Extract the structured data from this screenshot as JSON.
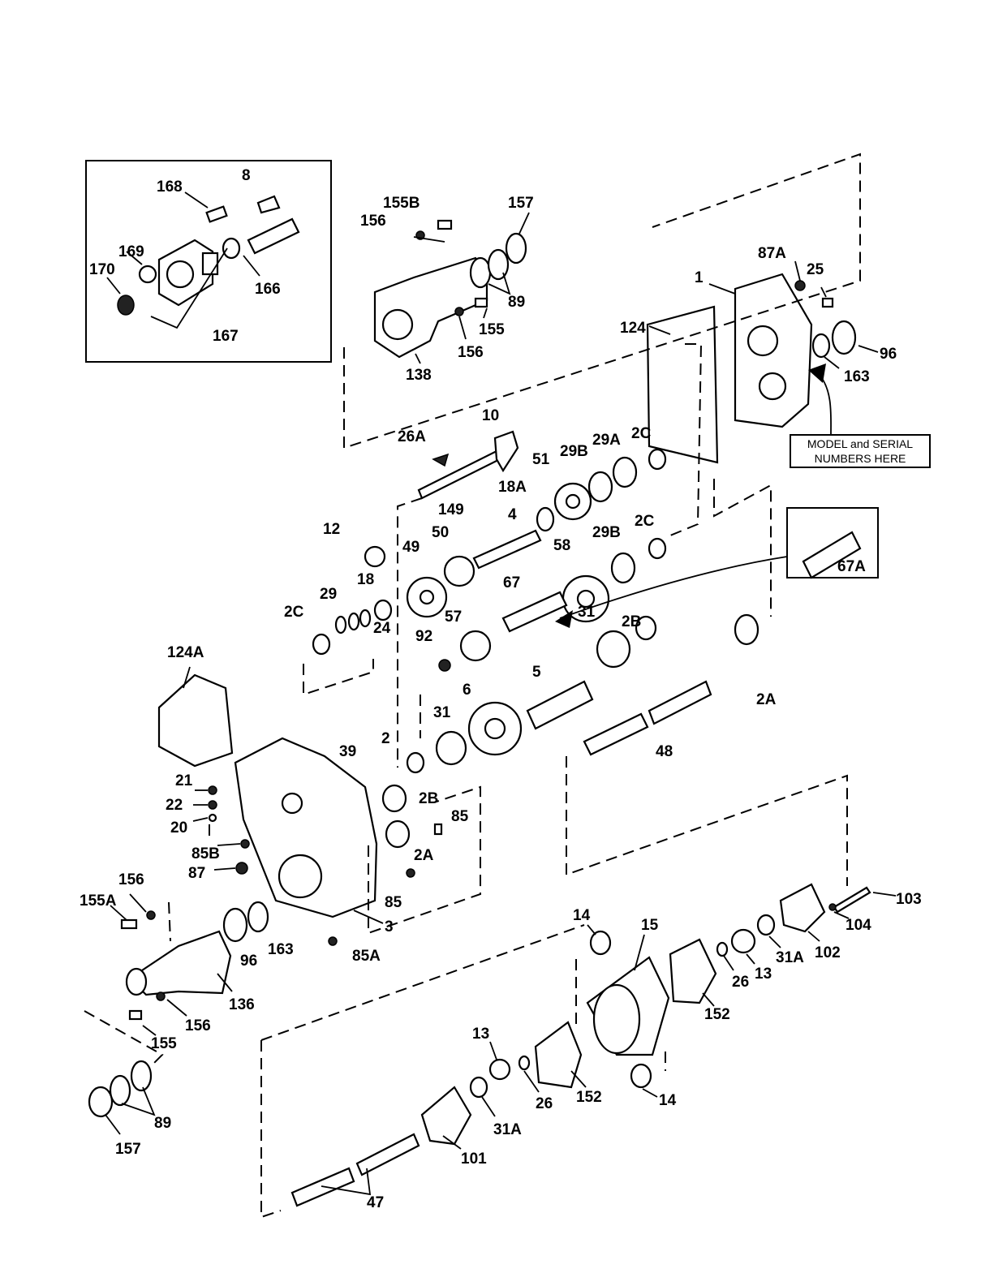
{
  "diagram": {
    "callouts": [
      {
        "id": "c-168",
        "text": "168"
      },
      {
        "id": "c-8",
        "text": "8"
      },
      {
        "id": "c-169",
        "text": "169"
      },
      {
        "id": "c-170",
        "text": "170"
      },
      {
        "id": "c-166",
        "text": "166"
      },
      {
        "id": "c-167",
        "text": "167"
      },
      {
        "id": "c-155B",
        "text": "155B"
      },
      {
        "id": "c-156a",
        "text": "156"
      },
      {
        "id": "c-157a",
        "text": "157"
      },
      {
        "id": "c-89a",
        "text": "89"
      },
      {
        "id": "c-155a",
        "text": "155"
      },
      {
        "id": "c-156b",
        "text": "156"
      },
      {
        "id": "c-138",
        "text": "138"
      },
      {
        "id": "c-87A",
        "text": "87A"
      },
      {
        "id": "c-25",
        "text": "25"
      },
      {
        "id": "c-1",
        "text": "1"
      },
      {
        "id": "c-124",
        "text": "124"
      },
      {
        "id": "c-96a",
        "text": "96"
      },
      {
        "id": "c-163a",
        "text": "163"
      },
      {
        "id": "c-10",
        "text": "10"
      },
      {
        "id": "c-26A",
        "text": "26A"
      },
      {
        "id": "c-29A",
        "text": "29A"
      },
      {
        "id": "c-2Ca",
        "text": "2C"
      },
      {
        "id": "c-29Ba",
        "text": "29B"
      },
      {
        "id": "c-51",
        "text": "51"
      },
      {
        "id": "c-18A",
        "text": "18A"
      },
      {
        "id": "c-149",
        "text": "149"
      },
      {
        "id": "c-4",
        "text": "4"
      },
      {
        "id": "c-2Cb",
        "text": "2C"
      },
      {
        "id": "c-29Bb",
        "text": "29B"
      },
      {
        "id": "c-12",
        "text": "12"
      },
      {
        "id": "c-49",
        "text": "49"
      },
      {
        "id": "c-50",
        "text": "50"
      },
      {
        "id": "c-58",
        "text": "58"
      },
      {
        "id": "c-67A",
        "text": "67A"
      },
      {
        "id": "c-18",
        "text": "18"
      },
      {
        "id": "c-29",
        "text": "29"
      },
      {
        "id": "c-67",
        "text": "67"
      },
      {
        "id": "c-2Cc",
        "text": "2C"
      },
      {
        "id": "c-24",
        "text": "24"
      },
      {
        "id": "c-57",
        "text": "57"
      },
      {
        "id": "c-31a",
        "text": "31"
      },
      {
        "id": "c-2Ba",
        "text": "2B"
      },
      {
        "id": "c-92",
        "text": "92"
      },
      {
        "id": "c-124A",
        "text": "124A"
      },
      {
        "id": "c-5",
        "text": "5"
      },
      {
        "id": "c-6",
        "text": "6"
      },
      {
        "id": "c-2Aa",
        "text": "2A"
      },
      {
        "id": "c-31b",
        "text": "31"
      },
      {
        "id": "c-48",
        "text": "48"
      },
      {
        "id": "c-39",
        "text": "39"
      },
      {
        "id": "c-2",
        "text": "2"
      },
      {
        "id": "c-21",
        "text": "21"
      },
      {
        "id": "c-2Bb",
        "text": "2B"
      },
      {
        "id": "c-22",
        "text": "22"
      },
      {
        "id": "c-20",
        "text": "20"
      },
      {
        "id": "c-85a",
        "text": "85"
      },
      {
        "id": "c-85B",
        "text": "85B"
      },
      {
        "id": "c-2Ab",
        "text": "2A"
      },
      {
        "id": "c-87",
        "text": "87"
      },
      {
        "id": "c-85b",
        "text": "85"
      },
      {
        "id": "c-156c",
        "text": "156"
      },
      {
        "id": "c-155A",
        "text": "155A"
      },
      {
        "id": "c-3",
        "text": "3"
      },
      {
        "id": "c-103",
        "text": "103"
      },
      {
        "id": "c-14a",
        "text": "14"
      },
      {
        "id": "c-15",
        "text": "15"
      },
      {
        "id": "c-104",
        "text": "104"
      },
      {
        "id": "c-96b",
        "text": "96"
      },
      {
        "id": "c-163b",
        "text": "163"
      },
      {
        "id": "c-85A",
        "text": "85A"
      },
      {
        "id": "c-31Aa",
        "text": "31A"
      },
      {
        "id": "c-102",
        "text": "102"
      },
      {
        "id": "c-26a",
        "text": "26"
      },
      {
        "id": "c-13a",
        "text": "13"
      },
      {
        "id": "c-136",
        "text": "136"
      },
      {
        "id": "c-152a",
        "text": "152"
      },
      {
        "id": "c-156d",
        "text": "156"
      },
      {
        "id": "c-155b",
        "text": "155"
      },
      {
        "id": "c-13b",
        "text": "13"
      },
      {
        "id": "c-152b",
        "text": "152"
      },
      {
        "id": "c-26b",
        "text": "26"
      },
      {
        "id": "c-14b",
        "text": "14"
      },
      {
        "id": "c-89b",
        "text": "89"
      },
      {
        "id": "c-31Ab",
        "text": "31A"
      },
      {
        "id": "c-101",
        "text": "101"
      },
      {
        "id": "c-157b",
        "text": "157"
      },
      {
        "id": "c-47",
        "text": "47"
      }
    ],
    "serial_note": {
      "line1": "MODEL and SERIAL",
      "line2": "NUMBERS HERE"
    }
  }
}
